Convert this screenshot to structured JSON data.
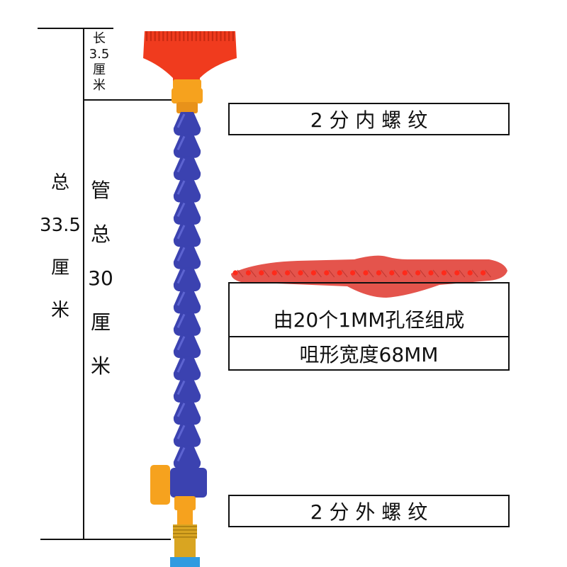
{
  "dimensions": {
    "total_label": "总\n33.5\n厘\n米",
    "tube_label": "管\n总\n30\n厘\n米",
    "nozzle_length_label": "长\n3.5\n厘\n米"
  },
  "callouts": {
    "inner_thread": "2  分  内  螺  纹",
    "holes": "由20个1MM孔径组成",
    "width": "咀形宽度68MM",
    "outer_thread": "2  分  外  螺  纹"
  },
  "colors": {
    "nozzle_red": "#f03b1e",
    "segment_blue": "#3b42b0",
    "fitting_orange": "#f6a21e",
    "brass": "#d9a521"
  },
  "hose": {
    "segment_count": 16
  },
  "closeup": {
    "hole_count": 20
  }
}
